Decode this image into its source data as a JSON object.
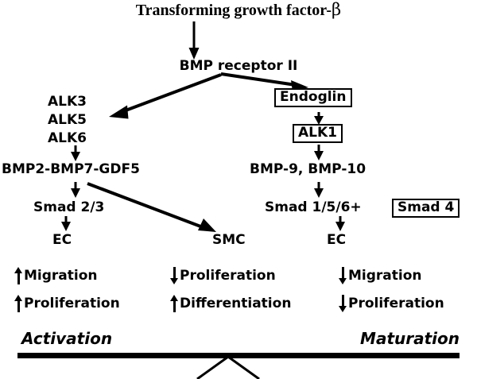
{
  "title": {
    "text": "Transforming growth factor-",
    "greek": "β",
    "full": "Transforming growth factor-β"
  },
  "nodes": {
    "receptor": "BMP receptor II",
    "alk3": "ALK3",
    "alk5": "ALK5",
    "alk6": "ALK6",
    "ligands_left": "BMP2-BMP7-GDF5",
    "endoglin": "Endoglin",
    "alk1": "ALK1",
    "ligands_right": "BMP-9, BMP-10",
    "smad23": "Smad 2/3",
    "smad156": "Smad 1/5/6+",
    "smad4": "Smad 4",
    "ec_left": "EC",
    "smc": "SMC",
    "ec_right": "EC"
  },
  "effects": {
    "column1": [
      {
        "direction": "up",
        "label": "Migration"
      },
      {
        "direction": "up",
        "label": "Proliferation"
      }
    ],
    "column2": [
      {
        "direction": "down",
        "label": "Proliferation"
      },
      {
        "direction": "up",
        "label": "Differentiation"
      }
    ],
    "column3": [
      {
        "direction": "down",
        "label": "Migration"
      },
      {
        "direction": "down",
        "label": "Proliferation"
      }
    ]
  },
  "balance": {
    "left_label": "Activation",
    "right_label": "Maturation"
  },
  "colors": {
    "ink": "#000000",
    "background": "#ffffff"
  }
}
